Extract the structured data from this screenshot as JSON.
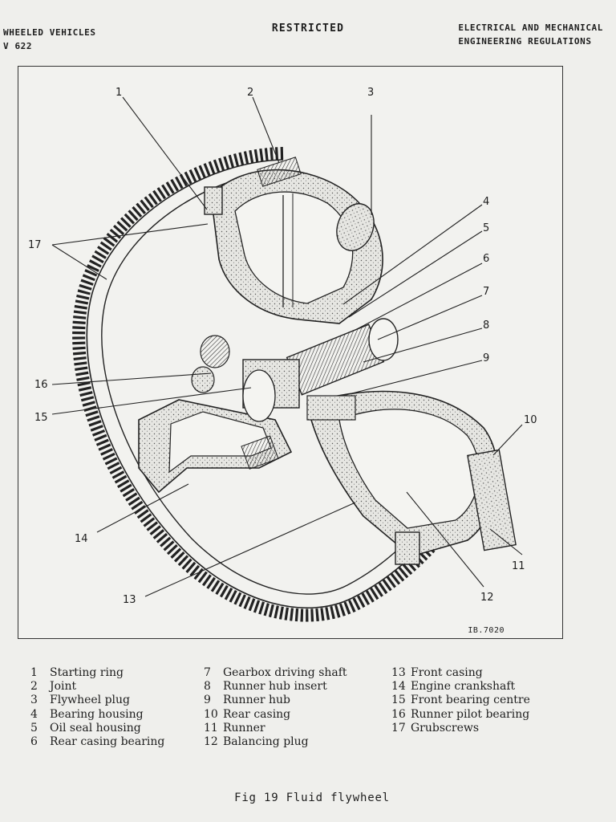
{
  "header": {
    "left_line1": "WHEELED VEHICLES",
    "left_line2": "V 622",
    "center": "RESTRICTED",
    "right_line1": "ELECTRICAL AND MECHANICAL",
    "right_line2": "ENGINEERING REGULATIONS"
  },
  "figure": {
    "plate_number": "IB.7020",
    "callouts": [
      "1",
      "2",
      "3",
      "4",
      "5",
      "6",
      "7",
      "8",
      "9",
      "10",
      "11",
      "12",
      "13",
      "14",
      "15",
      "16",
      "17"
    ]
  },
  "legend": {
    "col1": [
      {
        "num": "1",
        "label": "Starting ring"
      },
      {
        "num": "2",
        "label": "Joint"
      },
      {
        "num": "3",
        "label": "Flywheel plug"
      },
      {
        "num": "4",
        "label": "Bearing housing"
      },
      {
        "num": "5",
        "label": "Oil seal housing"
      },
      {
        "num": "6",
        "label": "Rear casing bearing"
      }
    ],
    "col2": [
      {
        "num": "7",
        "label": "Gearbox driving shaft"
      },
      {
        "num": "8",
        "label": "Runner hub insert"
      },
      {
        "num": "9",
        "label": "Runner hub"
      },
      {
        "num": "10",
        "label": "Rear casing"
      },
      {
        "num": "11",
        "label": "Runner"
      },
      {
        "num": "12",
        "label": "Balancing plug"
      }
    ],
    "col3": [
      {
        "num": "13",
        "label": "Front casing"
      },
      {
        "num": "14",
        "label": "Engine crankshaft"
      },
      {
        "num": "15",
        "label": "Front bearing centre"
      },
      {
        "num": "16",
        "label": "Runner pilot bearing"
      },
      {
        "num": "17",
        "label": "Grubscrews"
      }
    ]
  },
  "caption": "Fig 19   Fluid flywheel"
}
